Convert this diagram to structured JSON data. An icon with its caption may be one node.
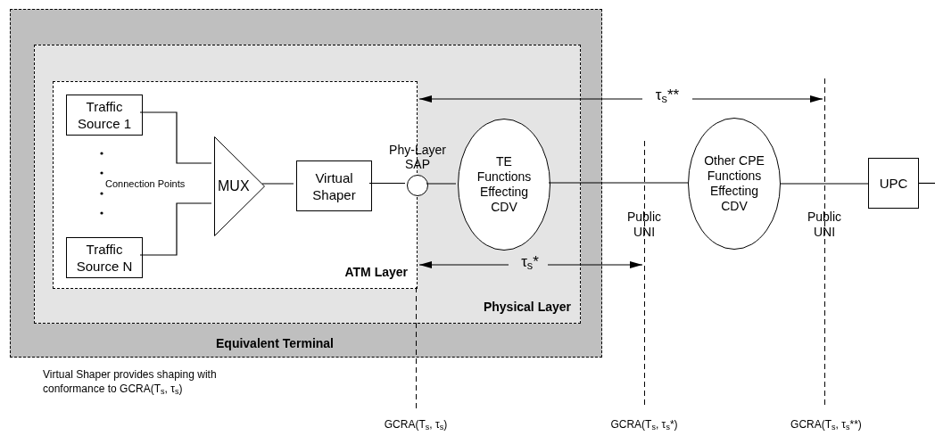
{
  "diagram": {
    "nodes": [
      {
        "text": [
          "Equivalent Terminal"
        ]
      },
      {
        "text": [
          "Physical Layer"
        ],
        "in": 0
      },
      {
        "text": [
          "ATM Layer"
        ],
        "in": 1
      },
      {
        "text": [
          "Traffic Source 1"
        ],
        "in": 2
      },
      {
        "text": [
          "Traffic Source N"
        ],
        "in": 2
      },
      {
        "text": [
          "MUX"
        ],
        "in": 2
      },
      {
        "text": [
          "Virtual Shaper"
        ],
        "in": 2
      },
      {
        "text": [],
        "shape": "circle",
        "beside": [
          "Phy-Layer SAP"
        ],
        "in": 1
      },
      {
        "text": [
          "TE Functions Effecting CDV"
        ],
        "in": 1
      },
      {
        "text": [
          "Other CPE Functions Effecting CDV"
        ]
      },
      {
        "text": [
          "UPC"
        ]
      }
    ],
    "edges": [
      {
        "from": 3,
        "to": 5,
        "arrow": "none"
      },
      {
        "from": 4,
        "to": 5,
        "arrow": "none"
      },
      {
        "from": 5,
        "to": 6,
        "arrow": "none"
      },
      {
        "from": 6,
        "to": 7,
        "arrow": "none"
      },
      {
        "from": 7,
        "to": 8,
        "arrow": "none"
      },
      {
        "from": 8,
        "to": 9,
        "arrow": "none"
      },
      {
        "from": 9,
        "to": 10,
        "arrow": "none"
      },
      {
        "from": 10,
        "to": null,
        "arrow": "none"
      }
    ],
    "labels": [
      "τ$_{s}$**",
      "Connection Points",
      "Public UNI",
      "Public UNI",
      "τ$_{s}$*",
      "Virtual Shaper provides shaping with conformance to GCRA(T$_{s}$, τ$_{s}$)",
      "GCRA(T$_{s}$, τ$_{s}$)",
      "GCRA(T$_{s}$, τ$_{s}$*)",
      "GCRA(T$_{s}$, τ$_{s}$**)"
    ]
  }
}
